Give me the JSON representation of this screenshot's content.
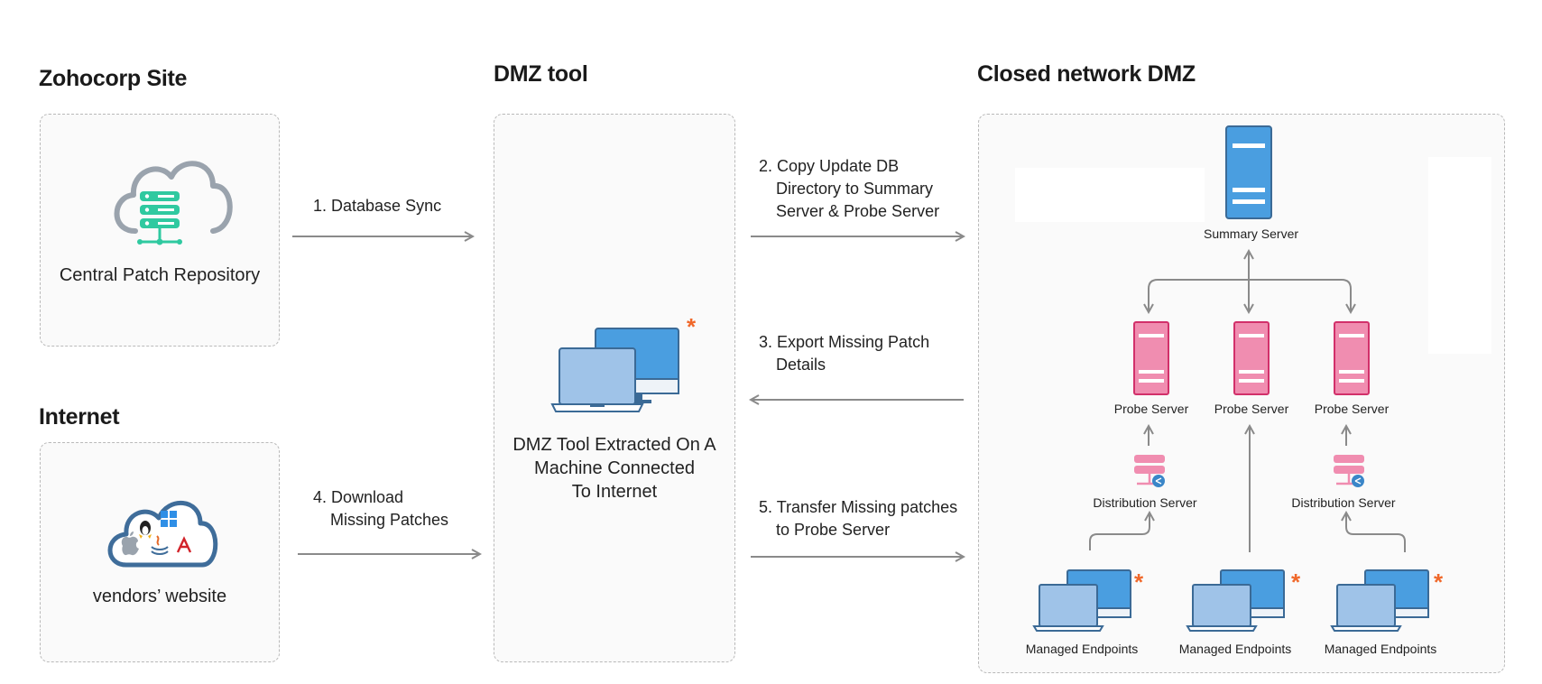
{
  "headings": {
    "zoho": "Zohocorp Site",
    "dmz": "DMZ tool",
    "closed": "Closed network DMZ",
    "internet": "Internet"
  },
  "nodes": {
    "central_repo": "Central Patch Repository",
    "vendors": "vendors’ website",
    "dmz_machine": [
      "DMZ Tool Extracted On A",
      "Machine Connected",
      "To Internet"
    ],
    "summary_server": "Summary Server",
    "probe_server": "Probe Server",
    "distribution_server": "Distribution Server",
    "managed_endpoints": "Managed Endpoints"
  },
  "steps": {
    "s1": "1. Database Sync",
    "s2": [
      "2. Copy Update DB",
      "Directory to Summary",
      "Server & Probe Server"
    ],
    "s3": [
      "3. Export Missing Patch",
      "Details"
    ],
    "s4": [
      "4. Download",
      "Missing Patches"
    ],
    "s5": [
      "5. Transfer Missing patches",
      "to Probe Server"
    ]
  },
  "marker": "*",
  "colors": {
    "accent_green": "#2fc9a0",
    "cloud_gray": "#9aa3ad",
    "server_blue": "#4a9ee0",
    "server_pink": "#f08db0",
    "laptop_light": "#9fc3e8",
    "star_orange": "#f0682a",
    "arrow_gray": "#8a8a8a"
  }
}
